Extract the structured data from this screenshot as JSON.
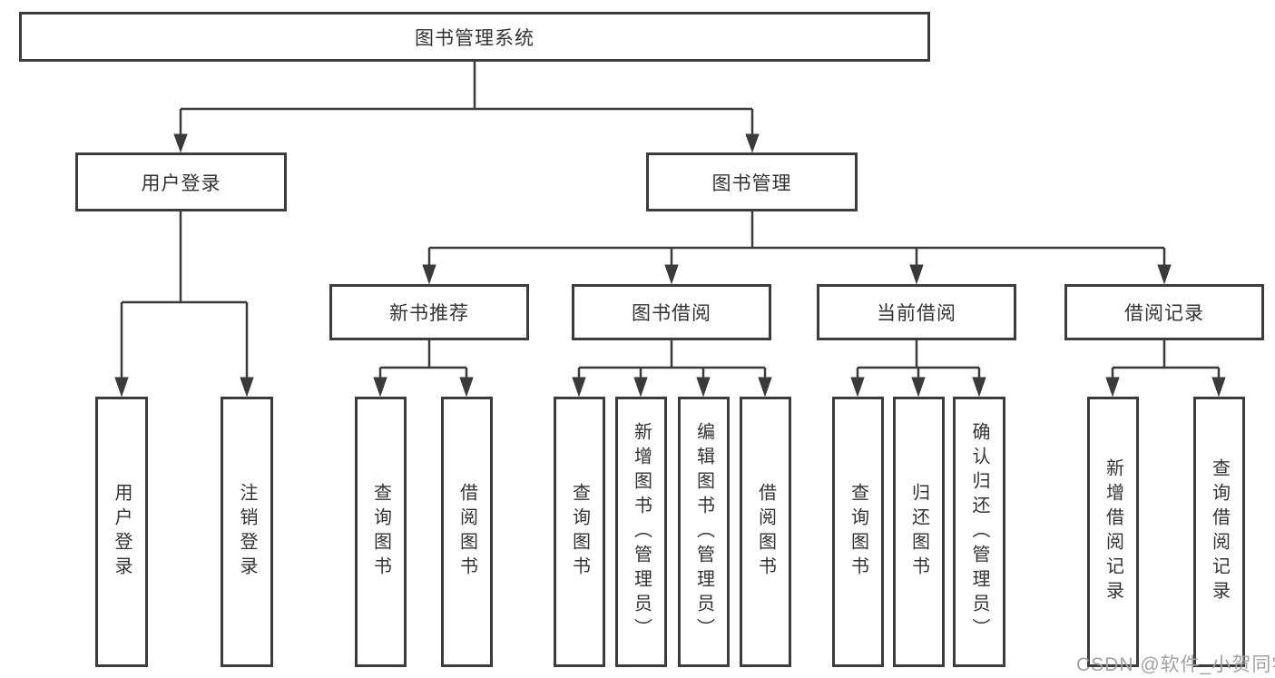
{
  "diagram": {
    "type": "hierarchy-tree",
    "root": {
      "label": "图书管理系统"
    },
    "level2": [
      {
        "label": "用户登录"
      },
      {
        "label": "图书管理"
      }
    ],
    "level3": [
      {
        "label": "新书推荐",
        "parent": "图书管理"
      },
      {
        "label": "图书借阅",
        "parent": "图书管理"
      },
      {
        "label": "当前借阅",
        "parent": "图书管理"
      },
      {
        "label": "借阅记录",
        "parent": "图书管理"
      }
    ],
    "leaves": [
      {
        "label": "用户登录",
        "parent": "用户登录"
      },
      {
        "label": "注销登录",
        "parent": "用户登录"
      },
      {
        "label": "查询图书",
        "parent": "新书推荐"
      },
      {
        "label": "借阅图书",
        "parent": "新书推荐"
      },
      {
        "label": "查询图书",
        "parent": "图书借阅"
      },
      {
        "label": "新增图书（管理员）",
        "parent": "图书借阅"
      },
      {
        "label": "编辑图书（管理员）",
        "parent": "图书借阅"
      },
      {
        "label": "借阅图书",
        "parent": "图书借阅"
      },
      {
        "label": "查询图书",
        "parent": "当前借阅"
      },
      {
        "label": "归还图书",
        "parent": "当前借阅"
      },
      {
        "label": "确认归还（管理员）",
        "parent": "当前借阅"
      },
      {
        "label": "新增借阅记录",
        "parent": "借阅记录"
      },
      {
        "label": "查询借阅记录",
        "parent": "借阅记录"
      }
    ]
  },
  "watermark": {
    "text": "CSDN @软件_小贺同学"
  },
  "colors": {
    "line": "#3a3a3a",
    "box_border": "#3c3c3c",
    "box_fill": "#ffffff",
    "text": "#333333",
    "watermark": "#a2a2a2",
    "background": "#ffffff"
  }
}
